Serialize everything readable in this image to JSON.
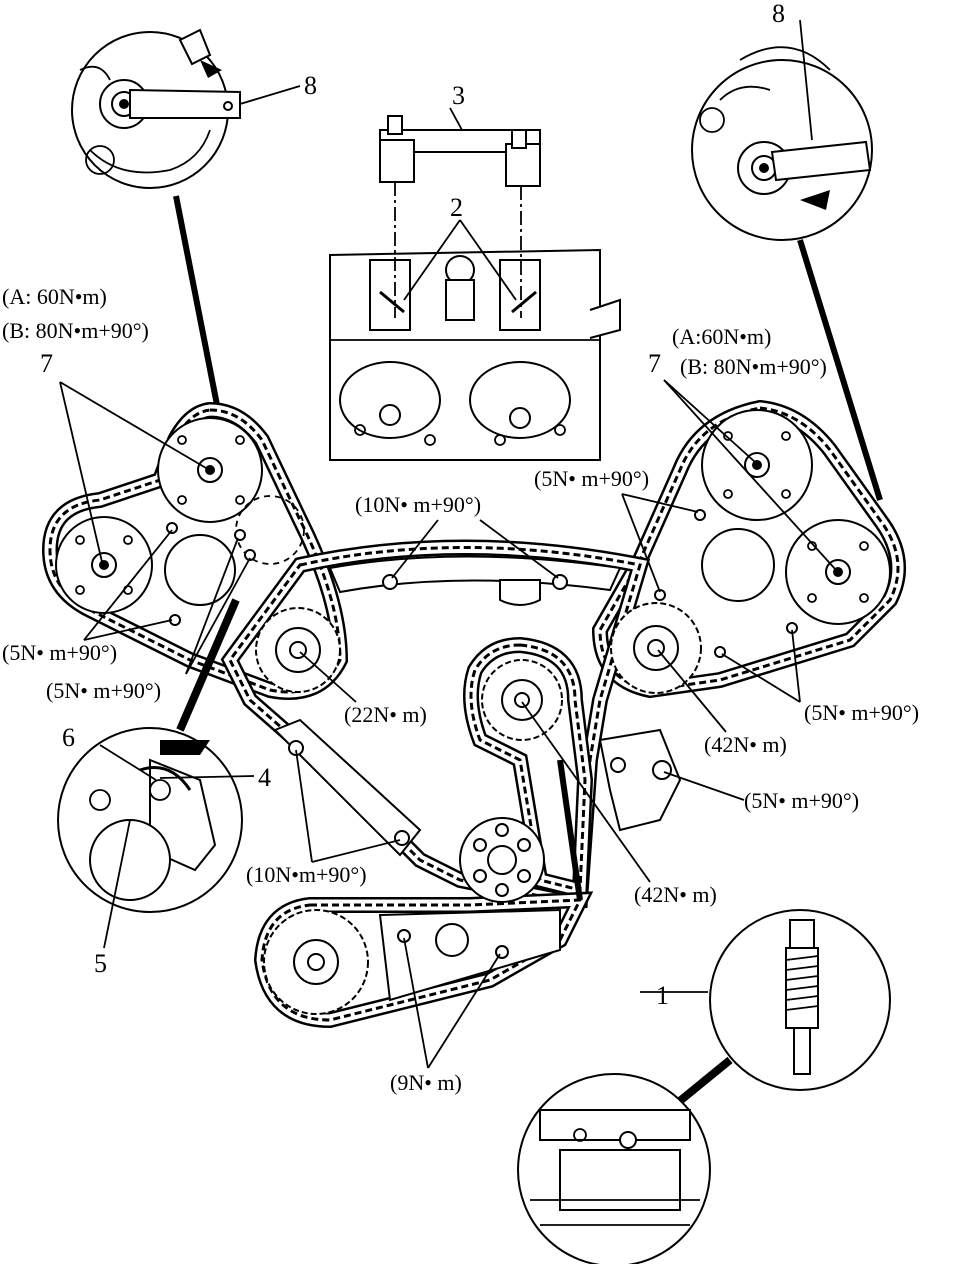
{
  "callouts": {
    "n1": "1",
    "n2": "2",
    "n3": "3",
    "n4": "4",
    "n5": "5",
    "n6": "6",
    "n7_left": "7",
    "n7_right": "7",
    "n8_left": "8",
    "n8_right": "8"
  },
  "torques": {
    "left_a": "(A: 60N•m)",
    "left_b": "(B: 80N•m+90°)",
    "right_a": "(A:60N•m)",
    "right_b": "(B: 80N•m+90°)",
    "right_upper_5": "(5N• m+90°)",
    "top_center_10": "(10N• m+90°)",
    "left_5a": "(5N• m+90°)",
    "left_5b": "(5N• m+90°)",
    "left_22": "(22N• m)",
    "right_5_lower": "(5N• m+90°)",
    "right_42": "(42N• m)",
    "right_5_tensioner": "(5N• m+90°)",
    "center_42": "(42N• m)",
    "guide_10": "(10N•m+90°)",
    "bottom_9": "(9N• m)"
  }
}
